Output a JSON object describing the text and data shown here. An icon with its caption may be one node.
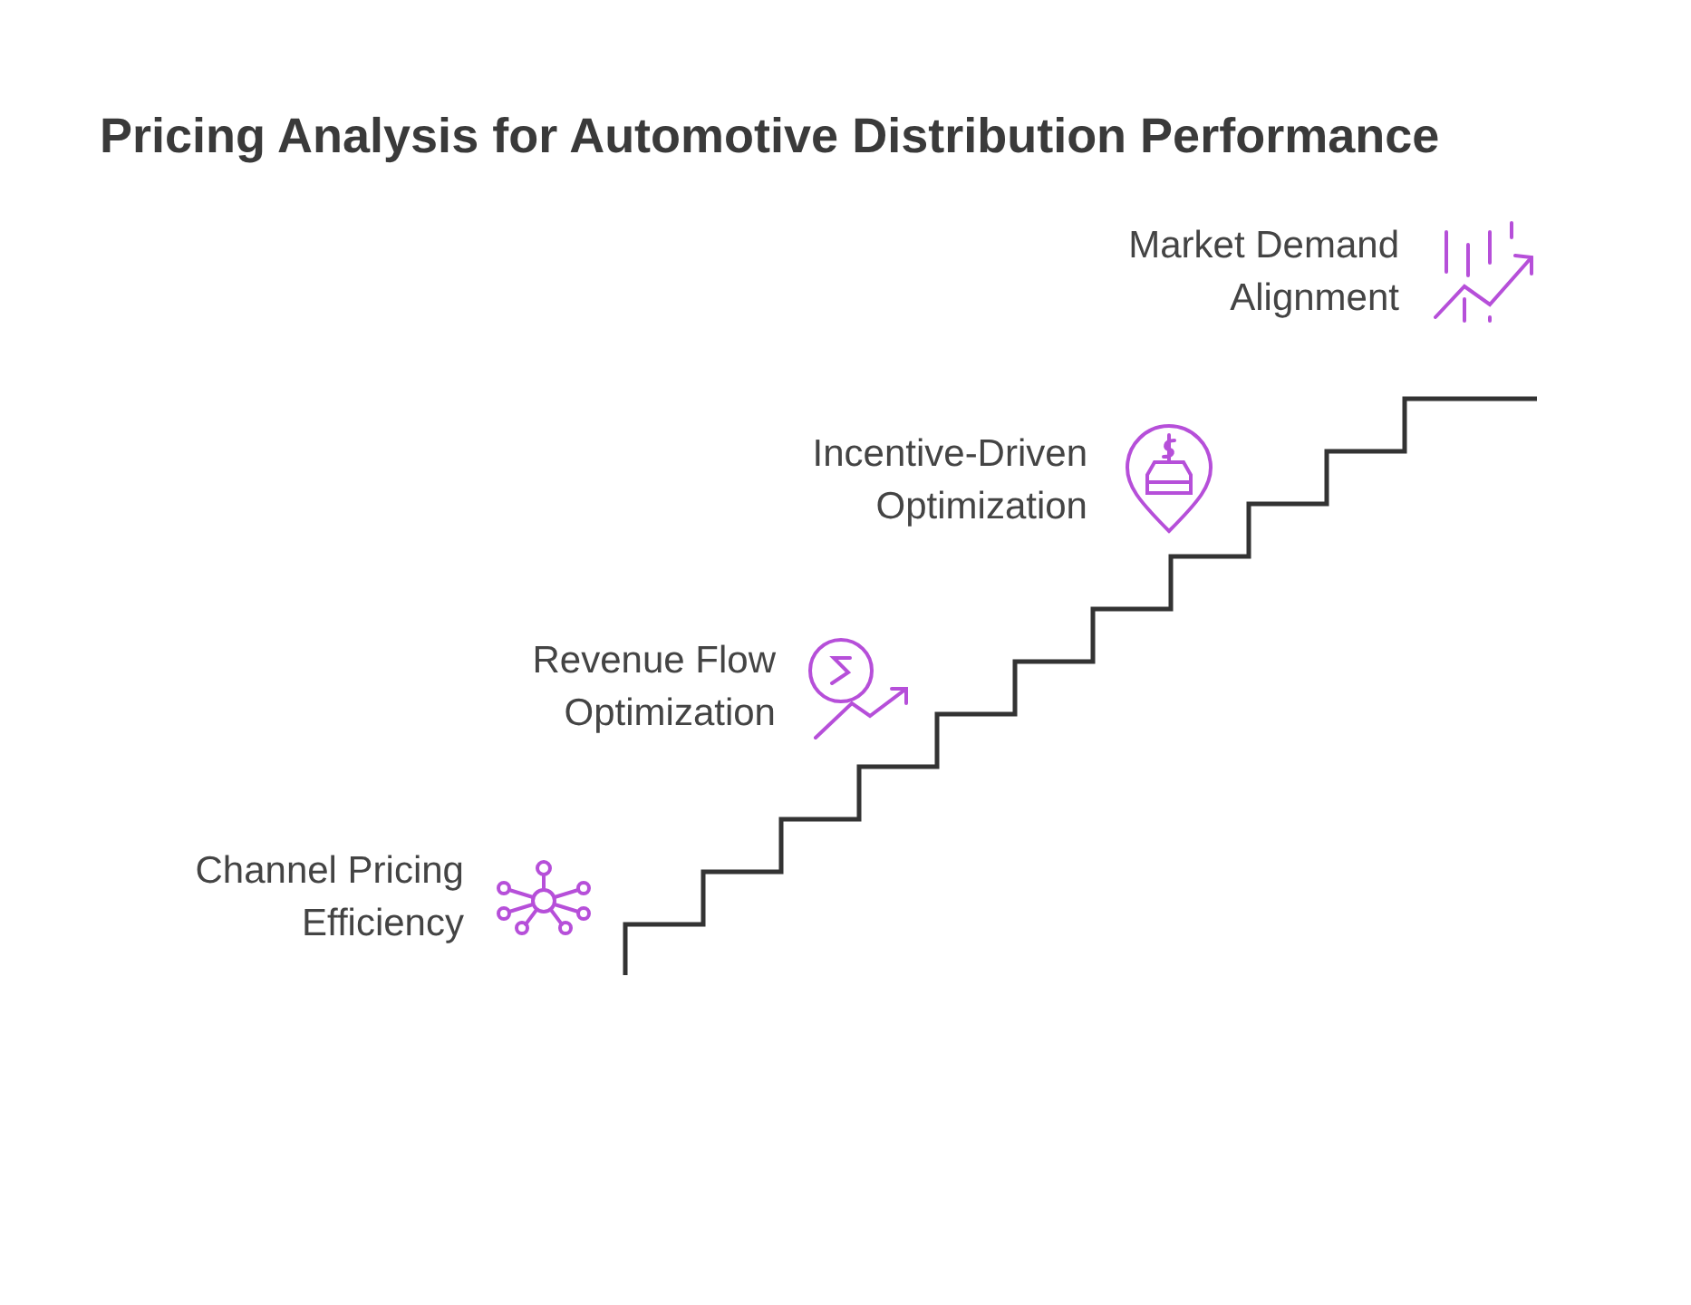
{
  "diagram": {
    "title": "Pricing Analysis for Automotive Distribution Performance",
    "labels": [
      "Market Demand Alignment",
      "Incentive-Driven Optimization",
      "Revenue Flow Optimization",
      "Channel Pricing Efficiency"
    ]
  }
}
